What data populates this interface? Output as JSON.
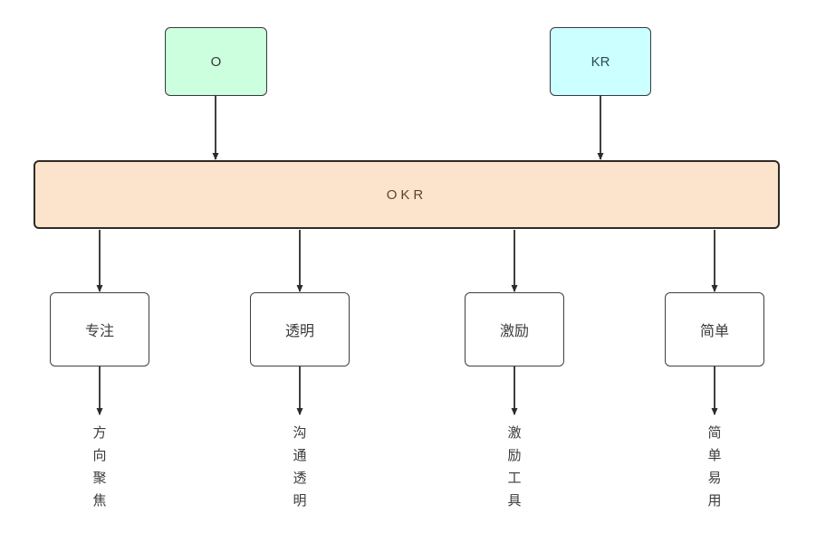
{
  "diagram": {
    "title": "OKR",
    "sources": [
      {
        "id": "o",
        "label": "O",
        "fill": "#ccffdd",
        "stroke": "#333a3f"
      },
      {
        "id": "kr",
        "label": "KR",
        "fill": "#ccffff",
        "stroke": "#333a3f"
      }
    ],
    "hub": {
      "id": "okr",
      "label": "OKR",
      "fill": "#fce4cc",
      "stroke": "#2f2a25",
      "text_color": "#5a4630"
    },
    "principles": [
      {
        "id": "focus",
        "label": "专注",
        "fill": "#ffffff",
        "stroke": "#3c4043"
      },
      {
        "id": "transparent",
        "label": "透明",
        "fill": "#ffffff",
        "stroke": "#3c4043"
      },
      {
        "id": "motivate",
        "label": "激励",
        "fill": "#ffffff",
        "stroke": "#3c4043"
      },
      {
        "id": "simple",
        "label": "简单",
        "fill": "#ffffff",
        "stroke": "#3c4043"
      }
    ],
    "outcomes": [
      {
        "id": "focus-outcome",
        "chars": [
          "方",
          "向",
          "聚",
          "焦"
        ]
      },
      {
        "id": "transparent-outcome",
        "chars": [
          "沟",
          "通",
          "透",
          "明"
        ]
      },
      {
        "id": "motivate-outcome",
        "chars": [
          "激",
          "励",
          "工",
          "具"
        ]
      },
      {
        "id": "simple-outcome",
        "chars": [
          "简",
          "单",
          "易",
          "用"
        ]
      }
    ],
    "edges": {
      "stroke": "#2b2b2b",
      "arrow_fill": "#2b2b2b"
    }
  }
}
